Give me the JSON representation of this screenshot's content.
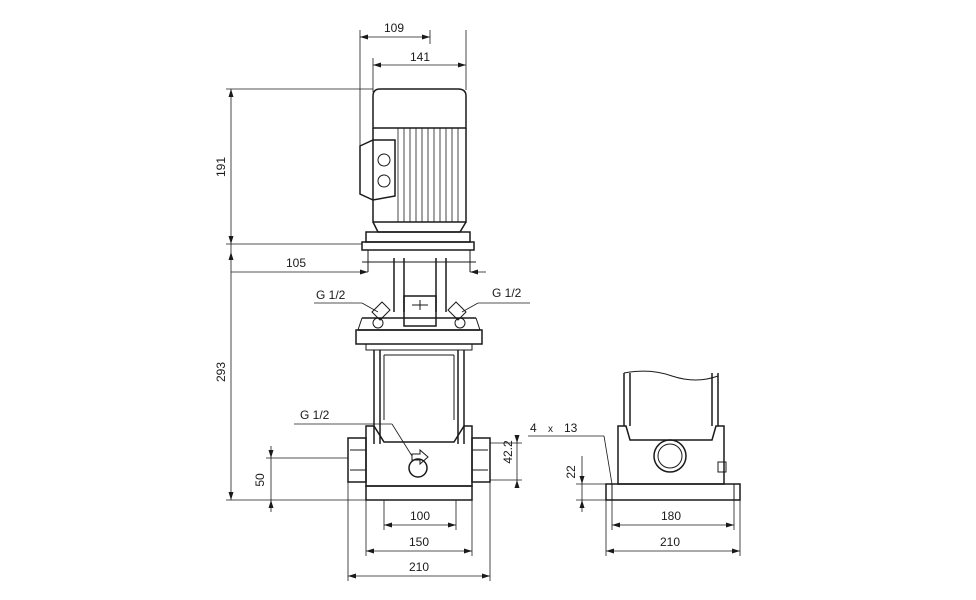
{
  "front_view": {
    "dim_motor_width": "109",
    "dim_motor_head_width": "141",
    "dim_motor_height": "191",
    "dim_coupling_offset": "105",
    "dim_pump_height": "293",
    "dim_pipe_center_height": "50",
    "dim_pipe_offset": "42.2",
    "dim_base_inner": "100",
    "dim_base_width": "150",
    "dim_base_total": "210",
    "port_left": "G 1/2",
    "port_right": "G 1/2",
    "port_drain": "G 1/2"
  },
  "side_view": {
    "dim_hole_count": "4",
    "dim_hole_x": "x",
    "dim_hole_size": "13",
    "dim_foot_height": "22",
    "dim_hole_spacing": "180",
    "dim_base_total": "210"
  }
}
